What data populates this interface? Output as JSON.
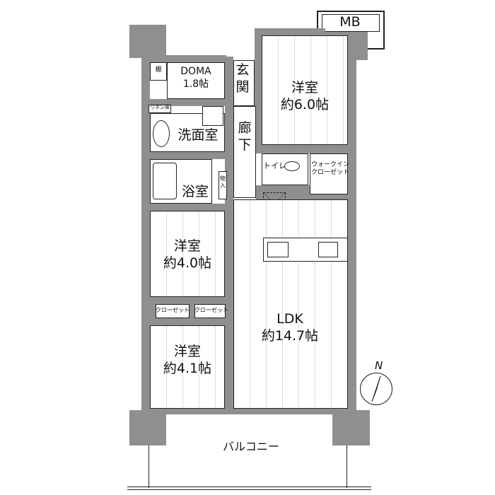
{
  "mb": "MB",
  "rooms": {
    "shelf": "棚",
    "doma": {
      "name": "DOMA",
      "size": "1.8帖"
    },
    "genkan": "玄関",
    "western1": {
      "name": "洋室",
      "size": "約6.0帖"
    },
    "linen": "リネン庫",
    "washroom": "洗面室",
    "hallway": "廊下",
    "bath": "浴室",
    "storage": "物入",
    "toilet": "トイレ",
    "walkin": {
      "line1": "ウォークイン",
      "line2": "クローゼット"
    },
    "western2": {
      "name": "洋室",
      "size": "約4.0帖"
    },
    "closet1": "クローゼット",
    "closet2": "クローゼット",
    "western3": {
      "name": "洋室",
      "size": "約4.1帖"
    },
    "ldk": {
      "name": "LDK",
      "size": "約14.7帖"
    },
    "balcony": "バルコニー"
  },
  "compass": "N"
}
